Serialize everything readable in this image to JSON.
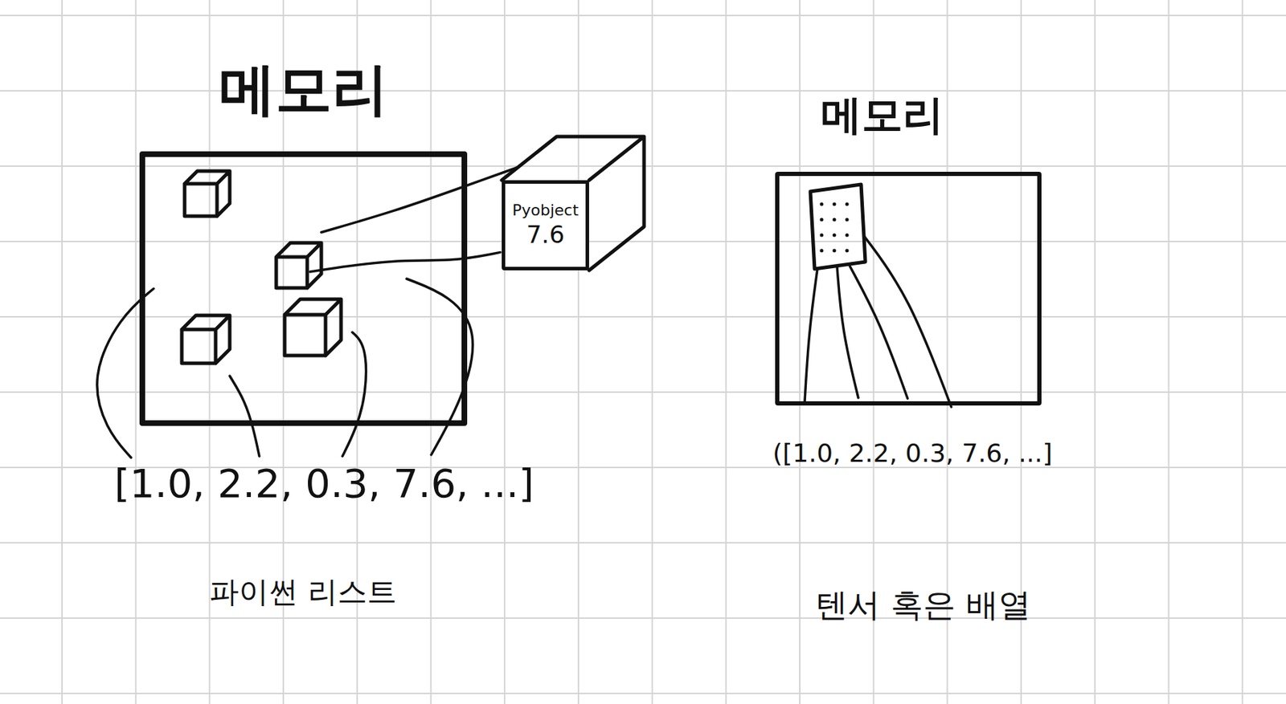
{
  "diagram": {
    "nodes": [
      {
        "text": [
          "메모리"
        ]
      },
      {
        "text": [
          "Pyobject",
          "7.6"
        ]
      },
      {
        "text": [
          "메모리"
        ]
      }
    ],
    "labels": [
      "[1.0, 2.2, 0.3, 7.6, ...]",
      "파이썬 리스트",
      "([1.0, 2.2, 0.3, 7.6, ...]",
      "텐서 혹은 배열"
    ]
  }
}
